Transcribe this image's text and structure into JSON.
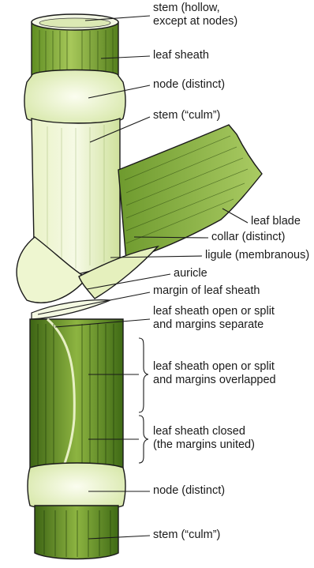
{
  "labels": {
    "stem_top": [
      "stem (hollow,",
      "except at nodes)"
    ],
    "leaf_sheath": "leaf sheath",
    "node_upper": "node (distinct)",
    "stem_culm_upper": "stem (“culm”)",
    "leaf_blade": "leaf blade",
    "collar": "collar (distinct)",
    "ligule": "ligule (membranous)",
    "auricle": "auricle",
    "margin": "margin of leaf sheath",
    "open_separate": [
      "leaf sheath open or split",
      "and margins separate"
    ],
    "open_overlapped": [
      "leaf sheath open or split",
      "and margins overlapped"
    ],
    "closed": [
      "leaf sheath closed",
      "(the margins united)"
    ],
    "node_lower": "node (distinct)",
    "stem_culm_lower": "stem (“culm”)"
  },
  "colors": {
    "outline": "#1a1a1a",
    "pale_green": "#edf4cf",
    "light_green": "#d4e6a4",
    "mid_green": "#8fb445",
    "dark_green": "#4f7a1c"
  }
}
